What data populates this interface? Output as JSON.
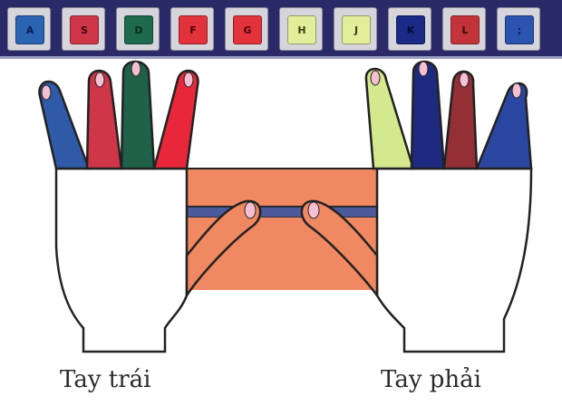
{
  "keys": [
    {
      "letter": "A",
      "color": "#2a64b3",
      "text": "#0a1d55"
    },
    {
      "letter": "S",
      "color": "#cf3648",
      "text": "#3a0810"
    },
    {
      "letter": "D",
      "color": "#1e6a4f",
      "text": "#082a1c"
    },
    {
      "letter": "F",
      "color": "#e2323c",
      "text": "#4a0508"
    },
    {
      "letter": "G",
      "color": "#e2323c",
      "text": "#4a0508"
    },
    {
      "letter": "H",
      "color": "#e2ee9a",
      "text": "#3b3b10"
    },
    {
      "letter": "J",
      "color": "#e2ee9a",
      "text": "#3b3b10"
    },
    {
      "letter": "K",
      "color": "#1a2a86",
      "text": "#050a30"
    },
    {
      "letter": "L",
      "color": "#c2343a",
      "text": "#3a0808"
    },
    {
      "letter": ";",
      "color": "#2a54b0",
      "text": "#0a1d55"
    }
  ],
  "fingers": {
    "left_pinky": "#2f5aa8",
    "left_ring": "#cf3648",
    "left_middle": "#1f6149",
    "left_index": "#e8283a",
    "right_index": "#d4e88e",
    "right_middle": "#1e2a80",
    "right_ring": "#932f35",
    "right_pinky": "#2b46a0",
    "thumb_area": "#f08861",
    "space_bar": "#4a5a9a",
    "nail": "#f5bfd2"
  },
  "labels": {
    "left": "Tay trái",
    "right": "Tay phải"
  }
}
